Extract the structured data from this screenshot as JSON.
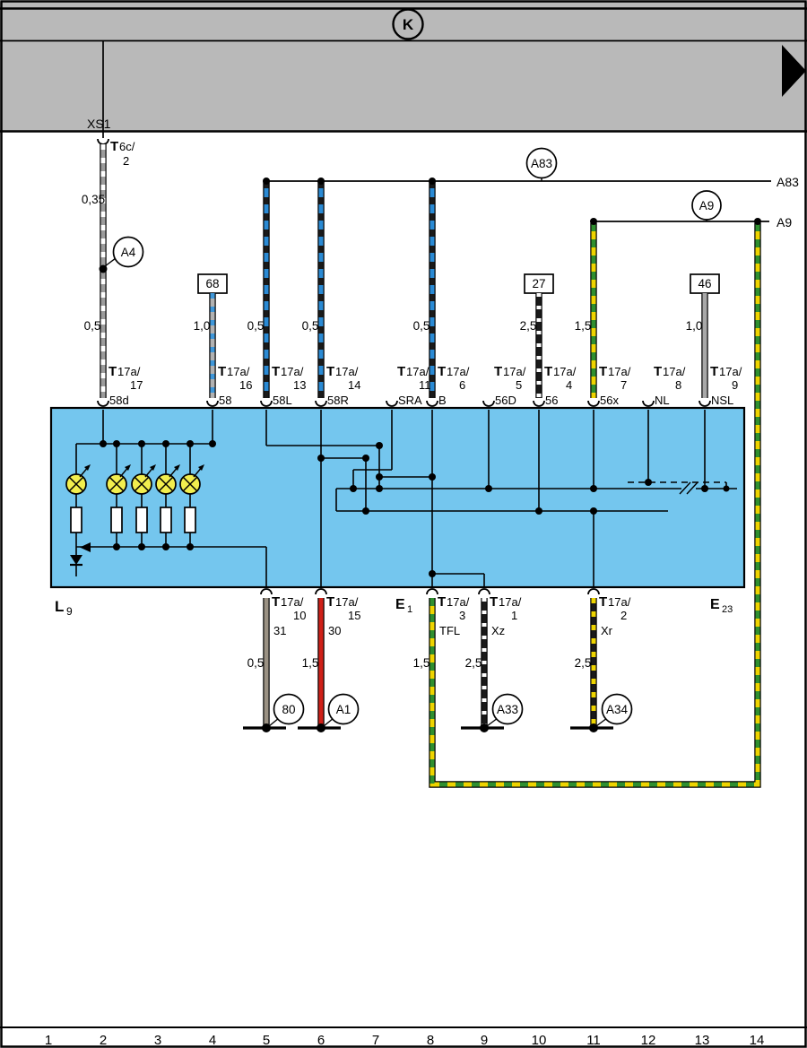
{
  "colors": {
    "band": "#b9b9b9",
    "box_fill": "#74c6ee",
    "lamp_yellow": "#f2ee4e",
    "wire_gray": "#9c9c9c",
    "wire_gray_light": "#b2b2b2",
    "wire_white": "#ffffff",
    "wire_blue": "#2a8ad4",
    "wire_blue_stripe": "#3f97d9",
    "wire_black": "#1a1a1a",
    "wire_yellow": "#eed400",
    "wire_green": "#2f8f2f",
    "wire_red": "#cf2018",
    "wire_gray_brown": "#9a9183",
    "wire_gray_solid": "#a8a8a8"
  },
  "bus": {
    "label": "K"
  },
  "xs1": {
    "label": "XS1",
    "t": "T",
    "sub": "6c/",
    "pin": "2",
    "gauge_top": "0,35",
    "ref": "A4"
  },
  "refs": {
    "a83": "A83",
    "a9": "A9",
    "a83_end": "A83",
    "a9_end": "A9"
  },
  "inline_boxes": {
    "b68": "68",
    "b27": "27",
    "b46": "46"
  },
  "prefix": {
    "t": "T",
    "sub": "17a/"
  },
  "terminals_top": [
    {
      "num": "17",
      "pin": "58d",
      "gauge": "0,5"
    },
    {
      "num": "16",
      "pin": "58",
      "gauge": "1,0"
    },
    {
      "num": "13",
      "pin": "58L",
      "gauge": "0,5"
    },
    {
      "num": "14",
      "pin": "58R",
      "gauge": "0,5"
    },
    {
      "num": "11",
      "pin": "SRA"
    },
    {
      "num": "6",
      "pin": "B",
      "gauge": "0,5"
    },
    {
      "num": "5",
      "pin": "56D"
    },
    {
      "num": "4",
      "pin": "56",
      "gauge": "2,5"
    },
    {
      "num": "7",
      "pin": "56x",
      "gauge": "1,5"
    },
    {
      "num": "8",
      "pin": "NL"
    },
    {
      "num": "9",
      "pin": "NSL",
      "gauge": "1,0"
    }
  ],
  "terminals_bottom": [
    {
      "num": "10",
      "pin": "31",
      "gauge": "0,5",
      "ref": "80"
    },
    {
      "num": "15",
      "pin": "30",
      "gauge": "1,5",
      "ref": "A1"
    },
    {
      "num": "3",
      "pin": "TFL",
      "gauge": "1,5"
    },
    {
      "num": "1",
      "pin": "Xz",
      "gauge": "2,5",
      "ref": "A33"
    },
    {
      "num": "2",
      "pin": "Xr",
      "gauge": "2,5",
      "ref": "A34"
    }
  ],
  "components": {
    "l9": "L",
    "l9_sub": "9",
    "e1": "E",
    "e1_sub": "1",
    "e23": "E",
    "e23_sub": "23"
  },
  "scale": [
    "1",
    "2",
    "3",
    "4",
    "5",
    "6",
    "7",
    "8",
    "9",
    "10",
    "11",
    "12",
    "13",
    "14"
  ]
}
